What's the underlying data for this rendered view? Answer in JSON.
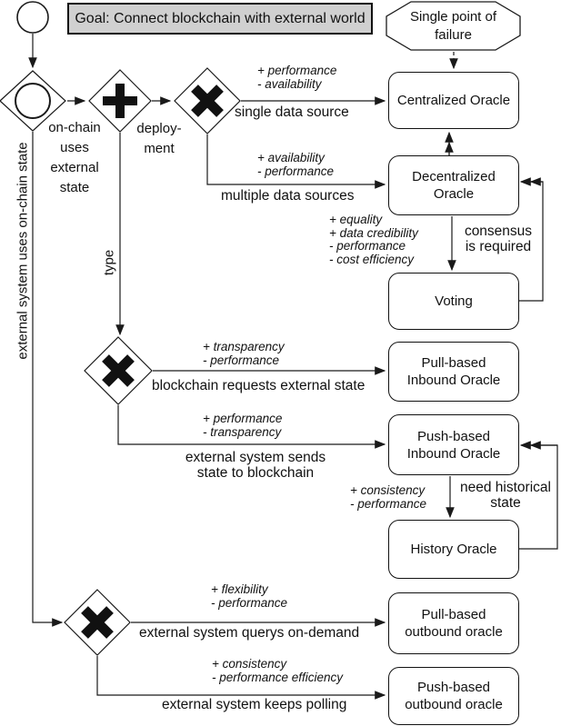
{
  "goal": "Goal: Connect blockchain with external world",
  "annotation": "Single point of failure",
  "gateways": {
    "event_label": "on-chain uses external state",
    "parallel_label": "deploy-\nment",
    "type_label": "type",
    "outbound_label": "external system uses on-chain state"
  },
  "nodes": {
    "centralized": "Centralized Oracle",
    "decentralized": "Decentralized Oracle",
    "voting": "Voting",
    "pull_inbound": "Pull-based Inbound Oracle",
    "push_inbound": "Push-based Inbound Oracle",
    "history": "History Oracle",
    "pull_outbound": "Pull-based outbound oracle",
    "push_outbound": "Push-based outbound oracle"
  },
  "edges": {
    "single_source": {
      "tradeoff": "+ performance\n- availability",
      "label": "single data source"
    },
    "multiple_sources": {
      "tradeoff": "+ availability\n- performance",
      "label": "multiple data sources"
    },
    "voting": {
      "tradeoff": "+ equality\n+ data credibility\n- performance\n- cost efficiency",
      "label": "consensus\nis required"
    },
    "pull_inbound": {
      "tradeoff": "+ transparency\n- performance",
      "label": "blockchain requests external state"
    },
    "push_inbound": {
      "tradeoff": "+ performance\n- transparency",
      "label": "external system sends\nstate to blockchain"
    },
    "history": {
      "tradeoff": "+ consistency\n- performance",
      "label": "need historical\nstate"
    },
    "pull_outbound": {
      "tradeoff": "+ flexibility\n- performance",
      "label": "external system querys on-demand"
    },
    "push_outbound": {
      "tradeoff": "+ consistency\n- performance efficiency",
      "label": "external system keeps polling"
    }
  },
  "colors": {
    "goal_bg": "#d0d0d0",
    "line": "#1a1a1a",
    "background": "#ffffff"
  }
}
